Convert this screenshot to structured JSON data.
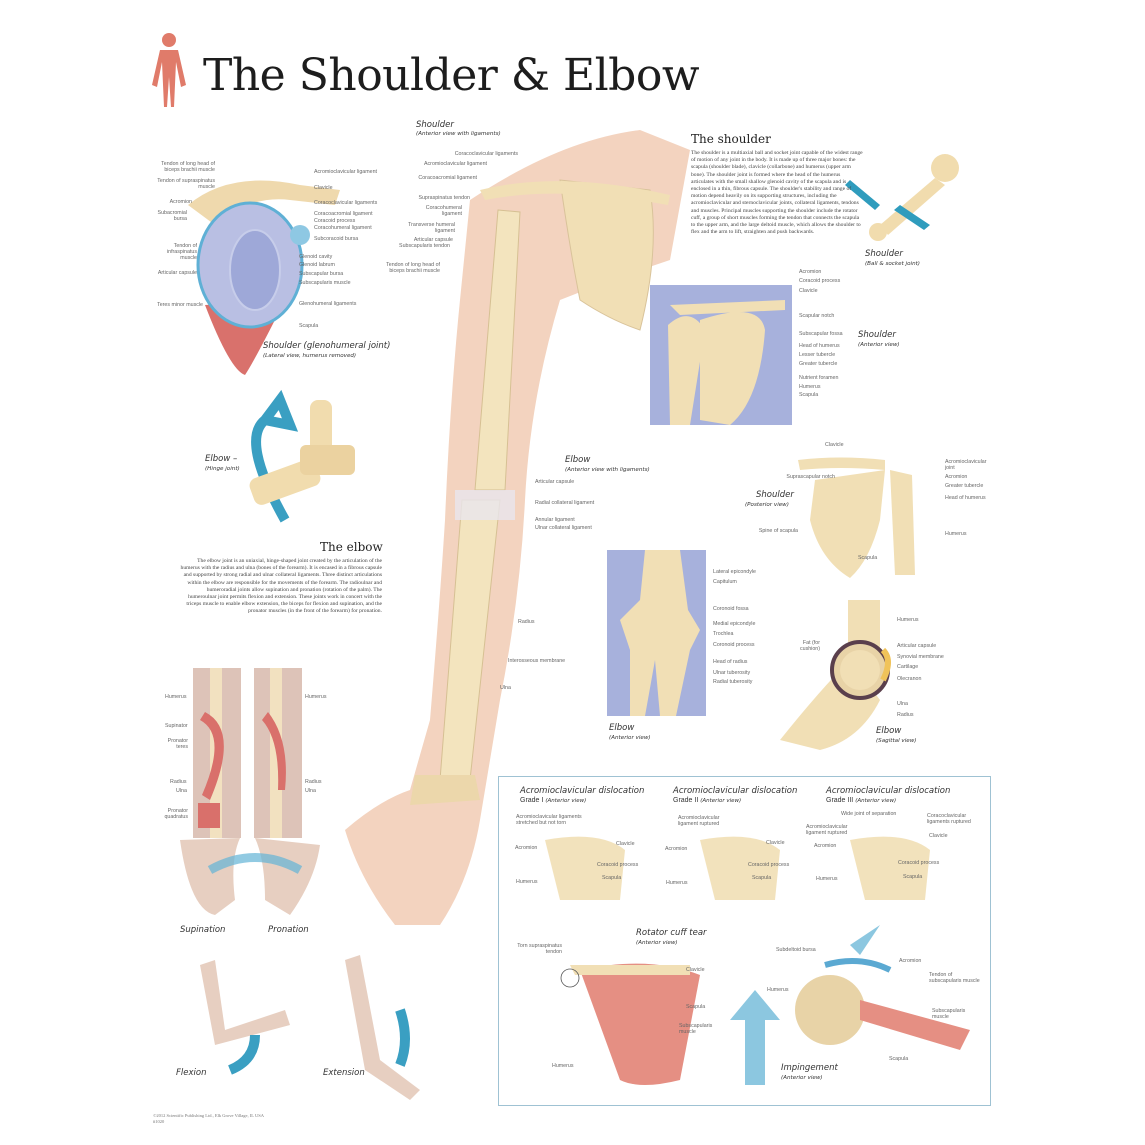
{
  "title": "The Shoulder & Elbow",
  "colors": {
    "skin": "#f3d3bf",
    "bone": "#f1dfb5",
    "panel_blue": "#a7b1dc",
    "arrow_teal": "#3a9fc2",
    "muscle": "#d96b68",
    "box_border": "#9fc2d3"
  },
  "glenohumeral": {
    "caption": "Shoulder (glenohumeral joint)",
    "subcaption": "(Lateral view, humerus removed)",
    "left_labels": [
      "Tendon of long head of biceps brachii muscle",
      "Tendon of supraspinatus muscle",
      "Acromion",
      "Subacromial bursa",
      "Tendon of infraspinatus muscle",
      "Articular capsule",
      "Teres minor muscle"
    ],
    "right_labels": [
      "Acromioclavicular ligament",
      "Clavicle",
      "Coracoclavicular ligaments",
      "Coracoacromial ligament",
      "Coracoid process",
      "Coracohumeral ligament",
      "Subcoracoid bursa",
      "Glenoid cavity",
      "Glenoid labrum",
      "Subscapular bursa",
      "Subscapularis muscle",
      "Glenohumeral ligaments",
      "Scapula"
    ]
  },
  "shoulder_ligaments": {
    "caption": "Shoulder",
    "subcaption": "(Anterior view with ligaments)",
    "labels": [
      "Coracoclavicular ligaments",
      "Acromioclavicular ligament",
      "Coracoacromial ligament",
      "Supraspinatus tendon",
      "Coracohumeral ligament",
      "Transverse humeral ligament",
      "Articular capsule",
      "Subscapularis tendon",
      "Tendon of long head of biceps brachii muscle"
    ]
  },
  "shoulder_text": {
    "heading": "The shoulder",
    "body": "The shoulder is a multiaxial ball and socket joint capable of the widest range of motion of any joint in the body. It is made up of three major bones: the scapula (shoulder blade), clavicle (collarbone) and humerus (upper arm bone). The shoulder joint is formed where the head of the humerus articulates with the small shallow glenoid cavity of the scapula and is enclosed in a thin, fibrous capsule. The shoulder's stability and range of motion depend heavily on its supporting structures, including the acromioclavicular and sternoclavicular joints, collateral ligaments, tendons and muscles. Principal muscles supporting the shoulder include the rotator cuff, a group of short muscles forming the tendon that connects the scapula to the upper arm, and the large deltoid muscle, which allows the shoulder to flex and the arm to lift, straighten and push backwards."
  },
  "ball_socket": {
    "caption": "Shoulder",
    "subcaption": "(Ball & socket joint)"
  },
  "shoulder_anterior": {
    "caption": "Shoulder",
    "subcaption": "(Anterior view)",
    "labels": [
      "Acromion",
      "Coracoid process",
      "Clavicle",
      "Scapular notch",
      "Subscapular fossa",
      "Head of humerus",
      "Lesser tubercle",
      "Greater tubercle",
      "Nutrient foramen",
      "Humerus",
      "Scapula"
    ]
  },
  "shoulder_posterior": {
    "caption": "Shoulder",
    "subcaption": "(Posterior view)",
    "labels": {
      "clavicle": "Clavicle",
      "ac_joint": "Acromioclavicular joint",
      "acromion": "Acromion",
      "greater_tubercle": "Greater tubercle",
      "head_humerus": "Head of humerus",
      "suprascapular_notch": "Suprascapular notch",
      "spine_scapula": "Spine of scapula",
      "humerus": "Humerus",
      "scapula": "Scapula"
    }
  },
  "elbow_hinge": {
    "caption": "Elbow –",
    "subcaption": "(Hinge joint)"
  },
  "elbow_text": {
    "heading": "The elbow",
    "body": "The elbow joint is an uniaxial, hinge-shaped joint created by the articulation of the humerus with the radius and ulna (bones of the forearm). It is encased in a fibrous capsule and supported by strong radial and ulnar collateral ligaments. Three distinct articulations within the elbow are responsible for the movements of the forearm. The radioulnar and humeroradial joints allow supination and pronation (rotation of the palm). The humeroulnar joint permits flexion and extension. These joints work in concert with the triceps muscle to enable elbow extension, the biceps for flexion and supination, and the pronator muscles (in the front of the forearm) for pronation."
  },
  "elbow_ligaments": {
    "caption": "Elbow",
    "subcaption": "(Anterior view with ligaments)",
    "labels": [
      "Articular capsule",
      "Radial collateral ligament",
      "Annular ligament",
      "Ulnar collateral ligament",
      "Radius",
      "Interosseous membrane",
      "Ulna"
    ]
  },
  "elbow_anterior": {
    "caption": "Elbow",
    "subcaption": "(Anterior view)",
    "labels": [
      "Lateral epicondyle",
      "Capitulum",
      "Coronoid fossa",
      "Medial epicondyle",
      "Trochlea",
      "Coronoid process",
      "Head of radius",
      "Ulnar tuberosity",
      "Radial tuberosity"
    ]
  },
  "elbow_sagittal": {
    "caption": "Elbow",
    "subcaption": "(Sagittal view)",
    "fat_label": "Fat (for cushion)",
    "labels": [
      "Humerus",
      "Articular capsule",
      "Synovial membrane",
      "Cartilage",
      "Olecranon",
      "Ulna",
      "Radius"
    ]
  },
  "supination_pronation": {
    "supination_caption": "Supination",
    "pronation_caption": "Pronation",
    "left_labels": [
      "Humerus",
      "Supinator",
      "Pronator teres",
      "Radius",
      "Ulna",
      "Pronator quadratus"
    ],
    "right_labels": [
      "Humerus",
      "Radius",
      "Ulna"
    ]
  },
  "movements": {
    "flexion": "Flexion",
    "extension": "Extension"
  },
  "dislocation": {
    "grades": [
      {
        "title": "Acromioclavicular dislocation",
        "grade": "Grade I",
        "view": "(Anterior view)",
        "labels": {
          "note": "Acromioclavicular ligaments stretched but not torn",
          "acromion": "Acromion",
          "clavicle": "Clavicle",
          "coracoid": "Coracoid process",
          "humerus": "Humerus",
          "scapula": "Scapula"
        }
      },
      {
        "title": "Acromioclavicular dislocation",
        "grade": "Grade II",
        "view": "(Anterior view)",
        "labels": {
          "note": "Acromioclavicular ligament ruptured",
          "acromion": "Acromion",
          "clavicle": "Clavicle",
          "coracoid": "Coracoid process",
          "humerus": "Humerus",
          "scapula": "Scapula"
        }
      },
      {
        "title": "Acromioclavicular dislocation",
        "grade": "Grade III",
        "view": "(Anterior view)",
        "labels": {
          "note": "Wide joint of separation",
          "ac_ruptured": "Acromioclavicular ligament ruptured",
          "cc_ruptured": "Coracoclavicular ligaments ruptured",
          "acromion": "Acromion",
          "clavicle": "Clavicle",
          "coracoid": "Coracoid process",
          "humerus": "Humerus",
          "scapula": "Scapula"
        }
      }
    ]
  },
  "rotator_cuff": {
    "caption": "Rotator cuff tear",
    "subcaption": "(Anterior view)",
    "labels": {
      "torn": "Torn supraspinatus tendon",
      "clavicle": "Clavicle",
      "scapula": "Scapula",
      "subscapularis": "Subscapularis muscle",
      "humerus": "Humerus"
    }
  },
  "impingement": {
    "caption": "Impingement",
    "subcaption": "(Anterior view)",
    "labels": {
      "bursa": "Subdeltoid bursa",
      "acromion": "Acromion",
      "tendon": "Tendon of subscapularis muscle",
      "humerus": "Humerus",
      "muscle": "Subscapularis muscle",
      "scapula": "Scapula"
    }
  },
  "copyright": {
    "line1": "©2012 Scientific Publishing Ltd., Elk Grove Village, IL USA",
    "line2": "#1020"
  }
}
